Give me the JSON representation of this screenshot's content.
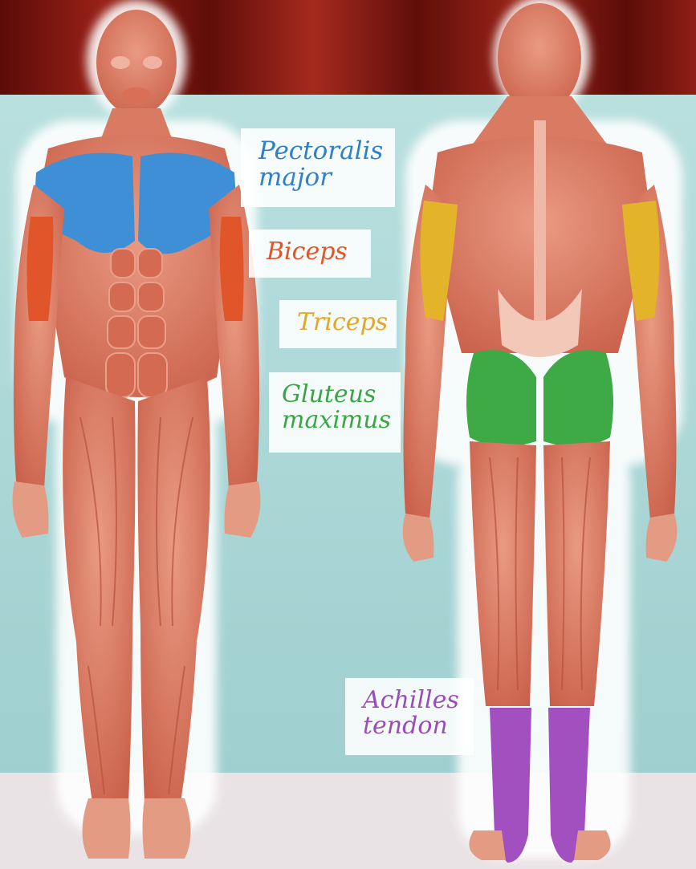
{
  "colors": {
    "pectoralis": "#3f8fd6",
    "biceps": "#e0562a",
    "triceps": "#e3b42a",
    "gluteus": "#3daa46",
    "achilles": "#a24fc0",
    "muscle": "#d9785f",
    "panel": "#a9d6d6",
    "curtain": "#7a1410"
  },
  "labels": {
    "pectoralis": {
      "line1": "Pectoralis",
      "line2": "major"
    },
    "biceps": "Biceps",
    "triceps": "Triceps",
    "gluteus": {
      "line1": "Gluteus",
      "line2": "maximus"
    },
    "achilles": {
      "line1": "Achilles",
      "line2": "tendon"
    }
  }
}
